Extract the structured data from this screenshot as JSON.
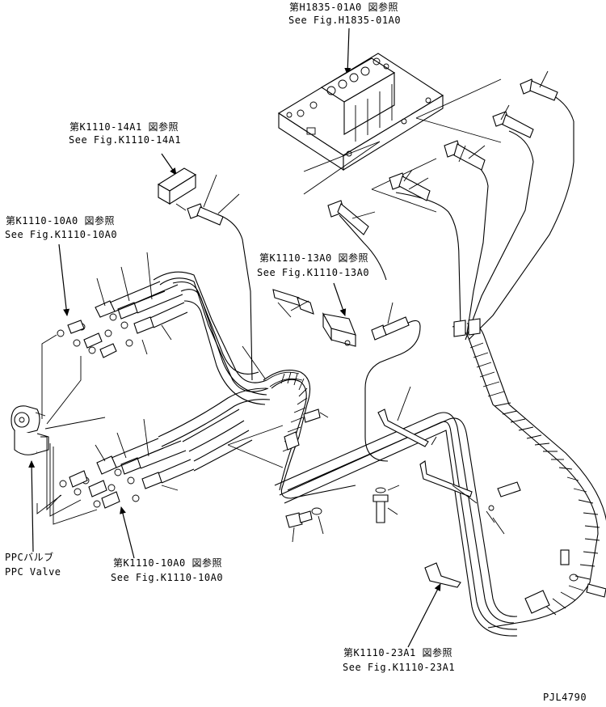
{
  "drawing_number": "PJL4790",
  "callouts": {
    "ref_h1835_jp": "第H1835-01A0 図参照",
    "ref_h1835_en": "See Fig.H1835-01A0",
    "ref_k1110_14_jp": "第K1110-14A1 図参照",
    "ref_k1110_14_en": "See Fig.K1110-14A1",
    "ref_k1110_10_top_jp": "第K1110-10A0 図参照",
    "ref_k1110_10_top_en": "See Fig.K1110-10A0",
    "ref_k1110_13_jp": "第K1110-13A0 図参照",
    "ref_k1110_13_en": "See Fig.K1110-13A0",
    "ppc_jp": "PPCバルブ",
    "ppc_en": "PPC Valve",
    "ref_k1110_10_bot_jp": "第K1110-10A0 図参照",
    "ref_k1110_10_bot_en": "See Fig.K1110-10A0",
    "ref_k1110_23_jp": "第K1110-23A1 図参照",
    "ref_k1110_23_en": "See Fig.K1110-23A1"
  }
}
